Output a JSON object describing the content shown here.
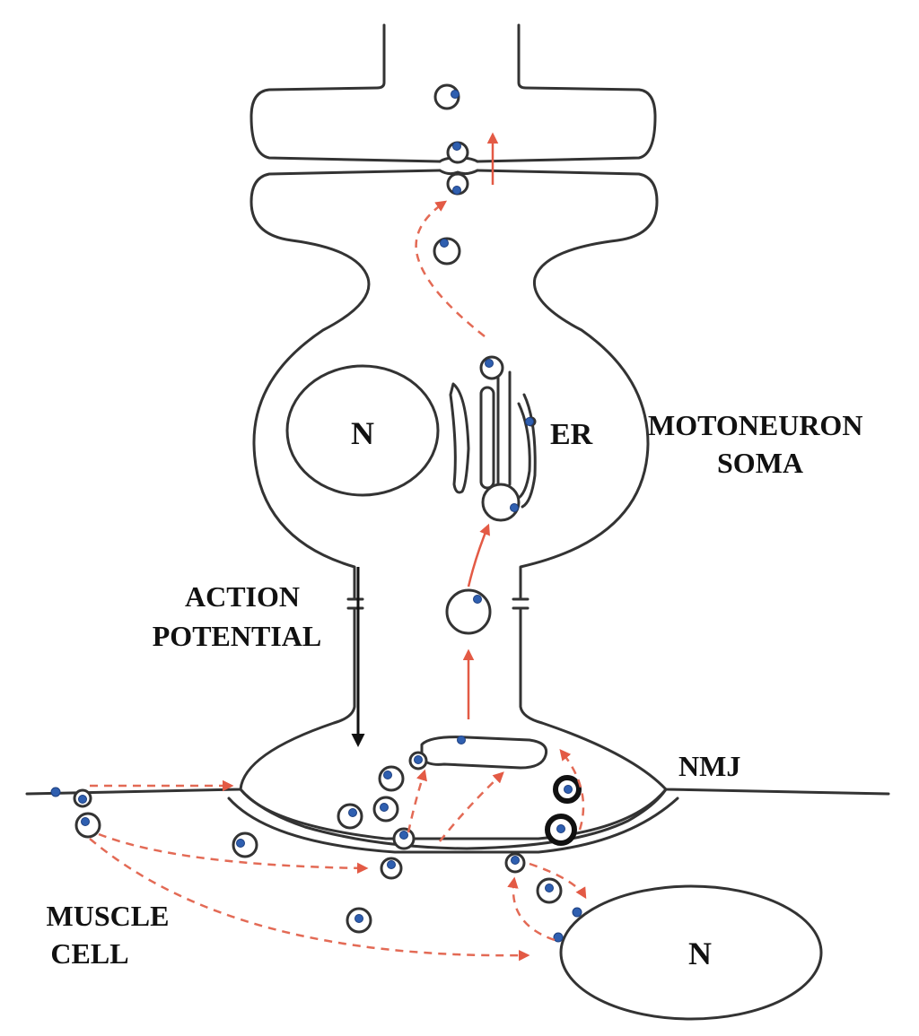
{
  "labels": {
    "motoneuron_line1": "MOTONEURON",
    "motoneuron_line2": "SOMA",
    "er": "ER",
    "nucleus_soma": "N",
    "nucleus_muscle": "N",
    "action_line1": "ACTION",
    "action_line2": "POTENTIAL",
    "nmj": "NMJ",
    "muscle_line1": "MUSCLE",
    "muscle_line2": "CELL"
  },
  "colors": {
    "membrane": "#333333",
    "transport_arrow": "#e35a45",
    "cargo": "#2f5fb0",
    "action_potential_arrow": "#111111"
  }
}
